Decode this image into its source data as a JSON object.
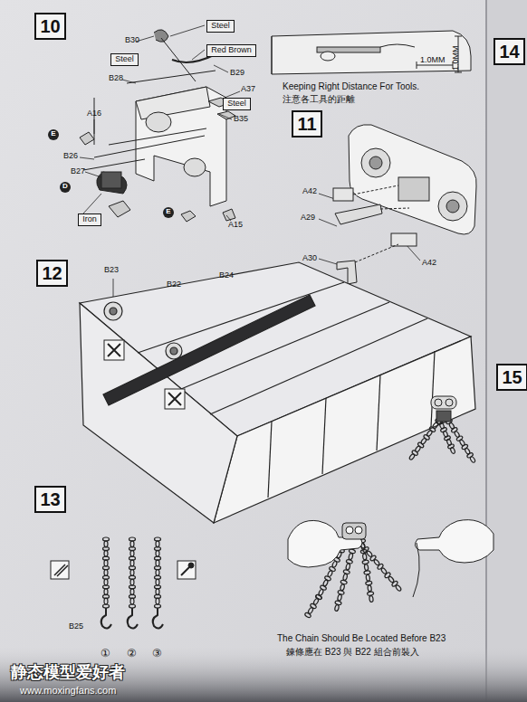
{
  "diagram": {
    "nodes": [
      {
        "text": [
          "10"
        ]
      },
      {
        "text": [
          "Steel"
        ]
      },
      {
        "text": [
          "Red Brown"
        ]
      },
      {
        "text": [
          "Steel"
        ]
      },
      {
        "text": [
          "Steel"
        ]
      },
      {
        "text": [
          "E"
        ]
      },
      {
        "text": [
          "D"
        ]
      },
      {
        "text": [
          "Iron"
        ]
      },
      {
        "text": [
          "E"
        ]
      },
      {
        "text": [
          "11"
        ]
      },
      {
        "text": [
          "12"
        ]
      },
      {
        "text": [
          "13"
        ]
      },
      {
        "text": [
          "14"
        ]
      },
      {
        "text": [
          "15"
        ]
      }
    ],
    "labels": [
      "B30",
      "B29",
      "B28",
      "A37",
      "A16",
      "B35",
      "B26",
      "B27",
      "A15",
      "Keeping Right Distance For Tools.",
      "注意各工具的距離",
      "1.0MM",
      "1.0MM",
      "A42",
      "A29",
      "A42",
      "A30",
      "B23",
      "B22",
      "B24",
      "B25",
      "①",
      "②",
      "③",
      "The Chain Should Be Located Before B23",
      "鍊條應在 B23 與 B22 組合前裝入",
      "静态模型爱好者",
      "www.moxingfans.com"
    ]
  }
}
